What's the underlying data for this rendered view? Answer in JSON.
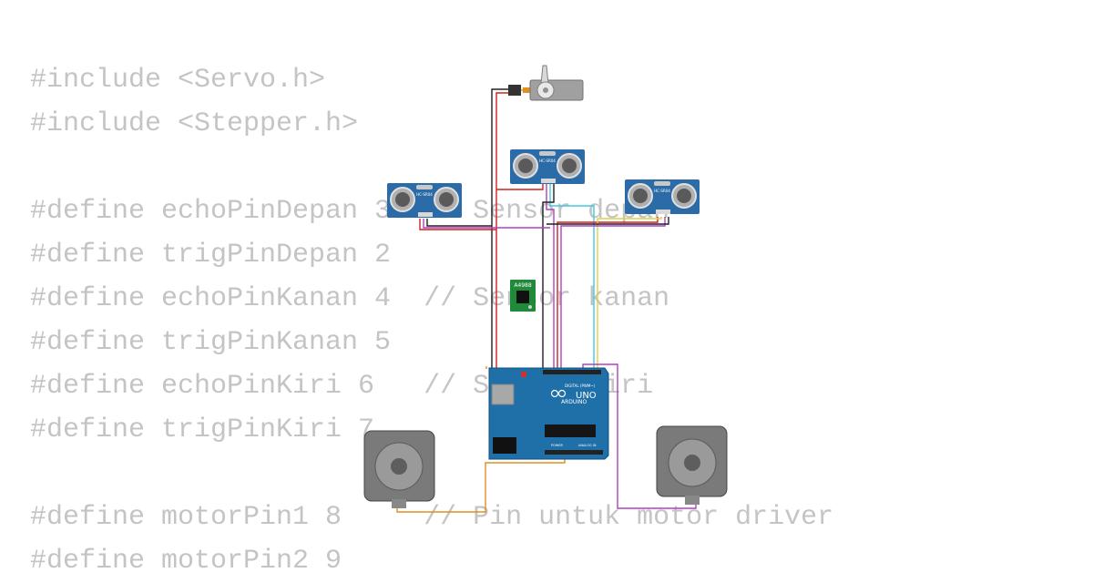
{
  "code_lines": [
    "#include <Servo.h>",
    "#include <Stepper.h>",
    "",
    "#define echoPinDepan 3  // Sensor depan",
    "#define trigPinDepan 2",
    "#define echoPinKanan 4  // Sensor kanan",
    "#define trigPinKanan 5",
    "#define echoPinKiri 6   // Sensor kiri",
    "#define trigPinKiri 7",
    "",
    "#define motorPin1 8     // Pin untuk motor driver",
    "#define motorPin2 9"
  ],
  "components": {
    "ultrasonic_label": "HC-SR04",
    "driver_label": "A4988",
    "board_brand": "ARDUINO",
    "board_model": "UNO",
    "board_digital": "DIGITAL (PWM~)",
    "board_analog": "ANALOG IN",
    "board_power": "POWER"
  },
  "colors": {
    "code_text": "#c4c4c4",
    "arduino_blue": "#1f6fa8",
    "sensor_blue": "#2a6ba8",
    "driver_green": "#1e8a3a",
    "wire_red": "#d42020",
    "wire_black": "#202020",
    "wire_purple": "#b040c0",
    "wire_cyan": "#40c8e0",
    "wire_yellow": "#e0d040",
    "wire_orange": "#e09020"
  }
}
